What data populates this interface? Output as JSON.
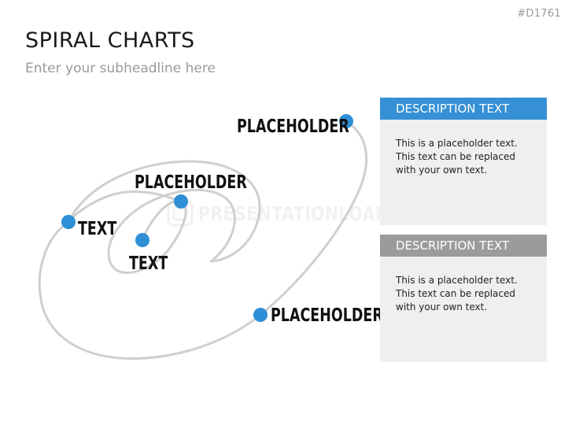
{
  "header": {
    "slide_id": "#D1761",
    "title": "SPIRAL CHARTS",
    "subtitle": "Enter your subheadline here"
  },
  "watermark": {
    "text": "PRESENTATIONLOAD",
    "icon": "presentationload-logo-icon"
  },
  "diagram": {
    "spiral_color": "#cfcfcf",
    "point_color": "#2f8fd6",
    "labels": {
      "top": "PLACEHOLDER",
      "inner_top": "PLACEHOLDER",
      "left": "TEXT",
      "center": "TEXT",
      "bottom": "PLACEHOLDER"
    }
  },
  "panels": [
    {
      "header": "DESCRIPTION TEXT",
      "header_color": "#3590d6",
      "body": "This is a placeholder text. This text can be replaced with your own text."
    },
    {
      "header": "DESCRIPTION TEXT",
      "header_color": "#9b9b9b",
      "body": "This is a placeholder text. This text can be replaced with your own text."
    }
  ]
}
